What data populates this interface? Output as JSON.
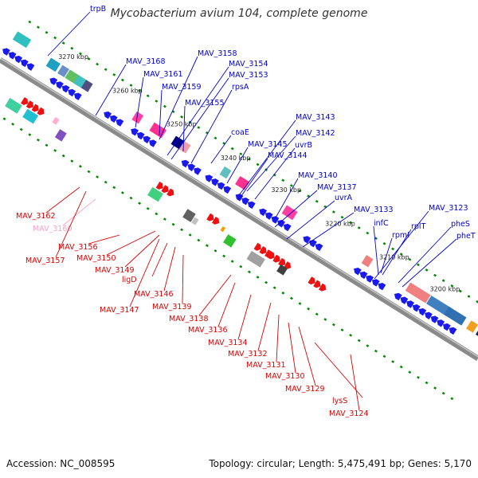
{
  "title": "Mycobacterium avium 104, complete genome",
  "footer": {
    "accession": "Accession: NC_008595",
    "summary": "Topology: circular; Length: 5,475,491 bp; Genes: 5,170"
  },
  "colors": {
    "upper_labels": "#0000cc",
    "lower_labels": "#dd0000",
    "pseudo_label": "#ff9ec8",
    "backbone": "#8a8a8a",
    "tick_marks": "#008800"
  },
  "scale_labels": [
    "3270 kbp",
    "3260 kbp",
    "3250 kbp",
    "3240 kbp",
    "3230 kbp",
    "3220 kbp",
    "3210 kbp",
    "3200 kbp"
  ],
  "upper_genes": [
    "trpB",
    "MAV_3168",
    "MAV_3161",
    "MAV_3158",
    "MAV_3154",
    "MAV_3153",
    "MAV_3159",
    "rpsA",
    "MAV_3155",
    "coaE",
    "MAV_3143",
    "MAV_3142",
    "MAV_3145",
    "uvrB",
    "MAV_3144",
    "MAV_3140",
    "MAV_3137",
    "uvrA",
    "MAV_3133",
    "MAV_3123",
    "infC",
    "rplT",
    "rpmI",
    "pheS",
    "pheT"
  ],
  "lower_genes": [
    "MAV_3162",
    "MAV_3160",
    "MAV_3156",
    "MAV_3157",
    "MAV_3150",
    "MAV_3149",
    "ligD",
    "MAV_3146",
    "MAV_3147",
    "MAV_3139",
    "MAV_3138",
    "MAV_3136",
    "MAV_3134",
    "MAV_3132",
    "MAV_3131",
    "MAV_3130",
    "MAV_3129",
    "lysS",
    "MAV_3124"
  ]
}
